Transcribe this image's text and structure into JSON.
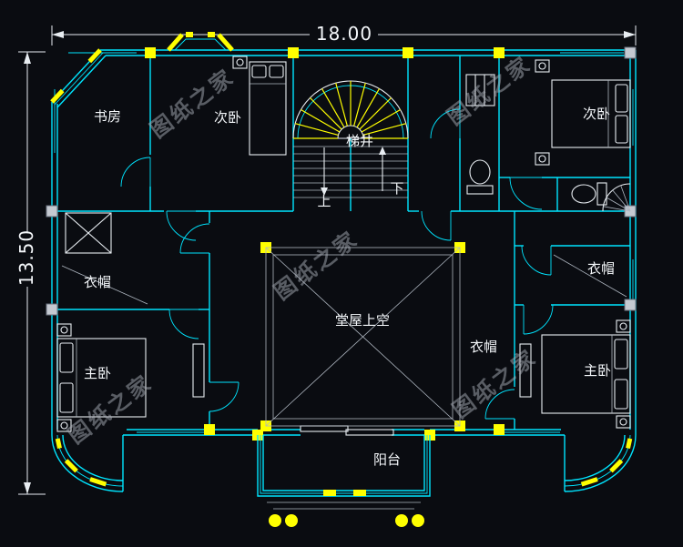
{
  "meta": {
    "colors": {
      "bg": "#0a0c11",
      "cyan": "#00e5ff",
      "yellow": "#ffff00",
      "white": "#e8edf2",
      "text": "#f4f7fa",
      "wm": "#a7adb6"
    }
  },
  "dimensions": {
    "width_label": "18.00",
    "height_label": "13.50"
  },
  "rooms": {
    "study": "书房",
    "bedroom_left": "次卧",
    "bedroom_right": "次卧",
    "stairwell": "梯井",
    "up": "上",
    "down": "下",
    "cloak_left": "衣帽",
    "cloak_mid": "衣帽",
    "cloak_right": "衣帽",
    "master_left": "主卧",
    "master_right": "主卧",
    "void": "堂屋上空",
    "balcony": "阳台"
  },
  "watermark": {
    "text": "图纸之家"
  }
}
